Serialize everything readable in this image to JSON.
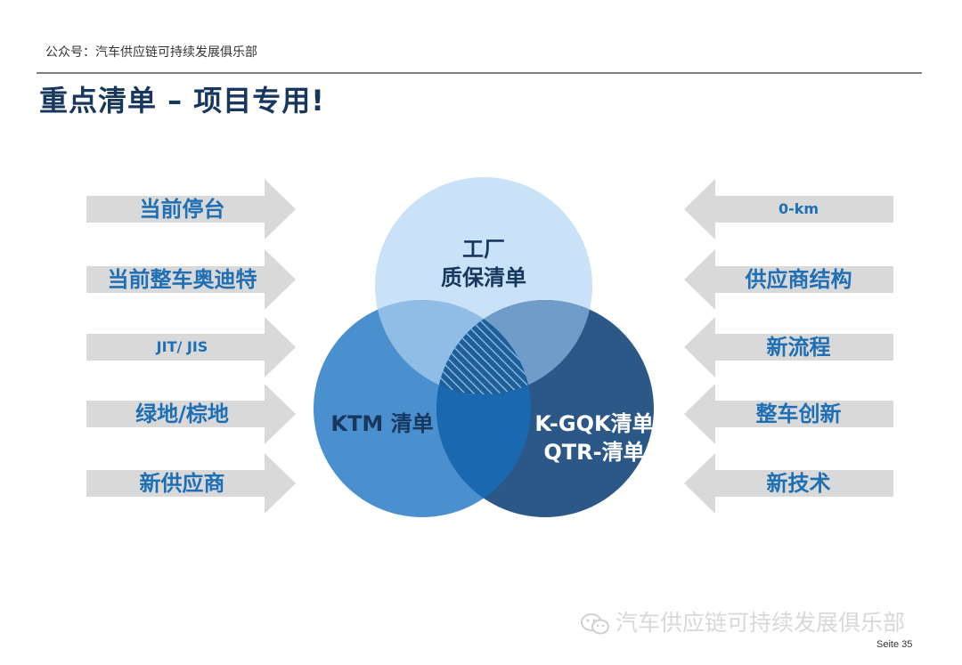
{
  "header": {
    "source": "公众号：汽车供应链可持续发展俱乐部",
    "title": "重点清单 – 项目专用!"
  },
  "left_arrows": [
    {
      "label": "当前停台",
      "size": "big"
    },
    {
      "label": "当前整车奥迪特",
      "size": "big"
    },
    {
      "label": "JIT/ JIS",
      "size": "small"
    },
    {
      "label": "绿地/棕地",
      "size": "big"
    },
    {
      "label": "新供应商",
      "size": "big"
    }
  ],
  "right_arrows": [
    {
      "label": "0-km",
      "size": "small"
    },
    {
      "label": "供应商结构",
      "size": "big"
    },
    {
      "label": "新流程",
      "size": "big"
    },
    {
      "label": "整车创新",
      "size": "big"
    },
    {
      "label": "新技术",
      "size": "big"
    }
  ],
  "venn": {
    "top": {
      "line1": "工厂",
      "line2": "质保清单"
    },
    "left": {
      "label": "KTM 清单"
    },
    "right": {
      "line1": "K-GQK清单",
      "line2": "QTR-清单"
    }
  },
  "colors": {
    "arrow_fill": "#d9d9d9",
    "arrow_text": "#1f6fb5",
    "title": "#17375e",
    "circle_top": "#c9e2f7",
    "circle_left": "#4a90cf",
    "circle_right": "#2c5888"
  },
  "footer": {
    "watermark": "汽车供应链可持续发展俱乐部",
    "watermark_icon": "wechat-icon",
    "page": "Seite 35"
  }
}
